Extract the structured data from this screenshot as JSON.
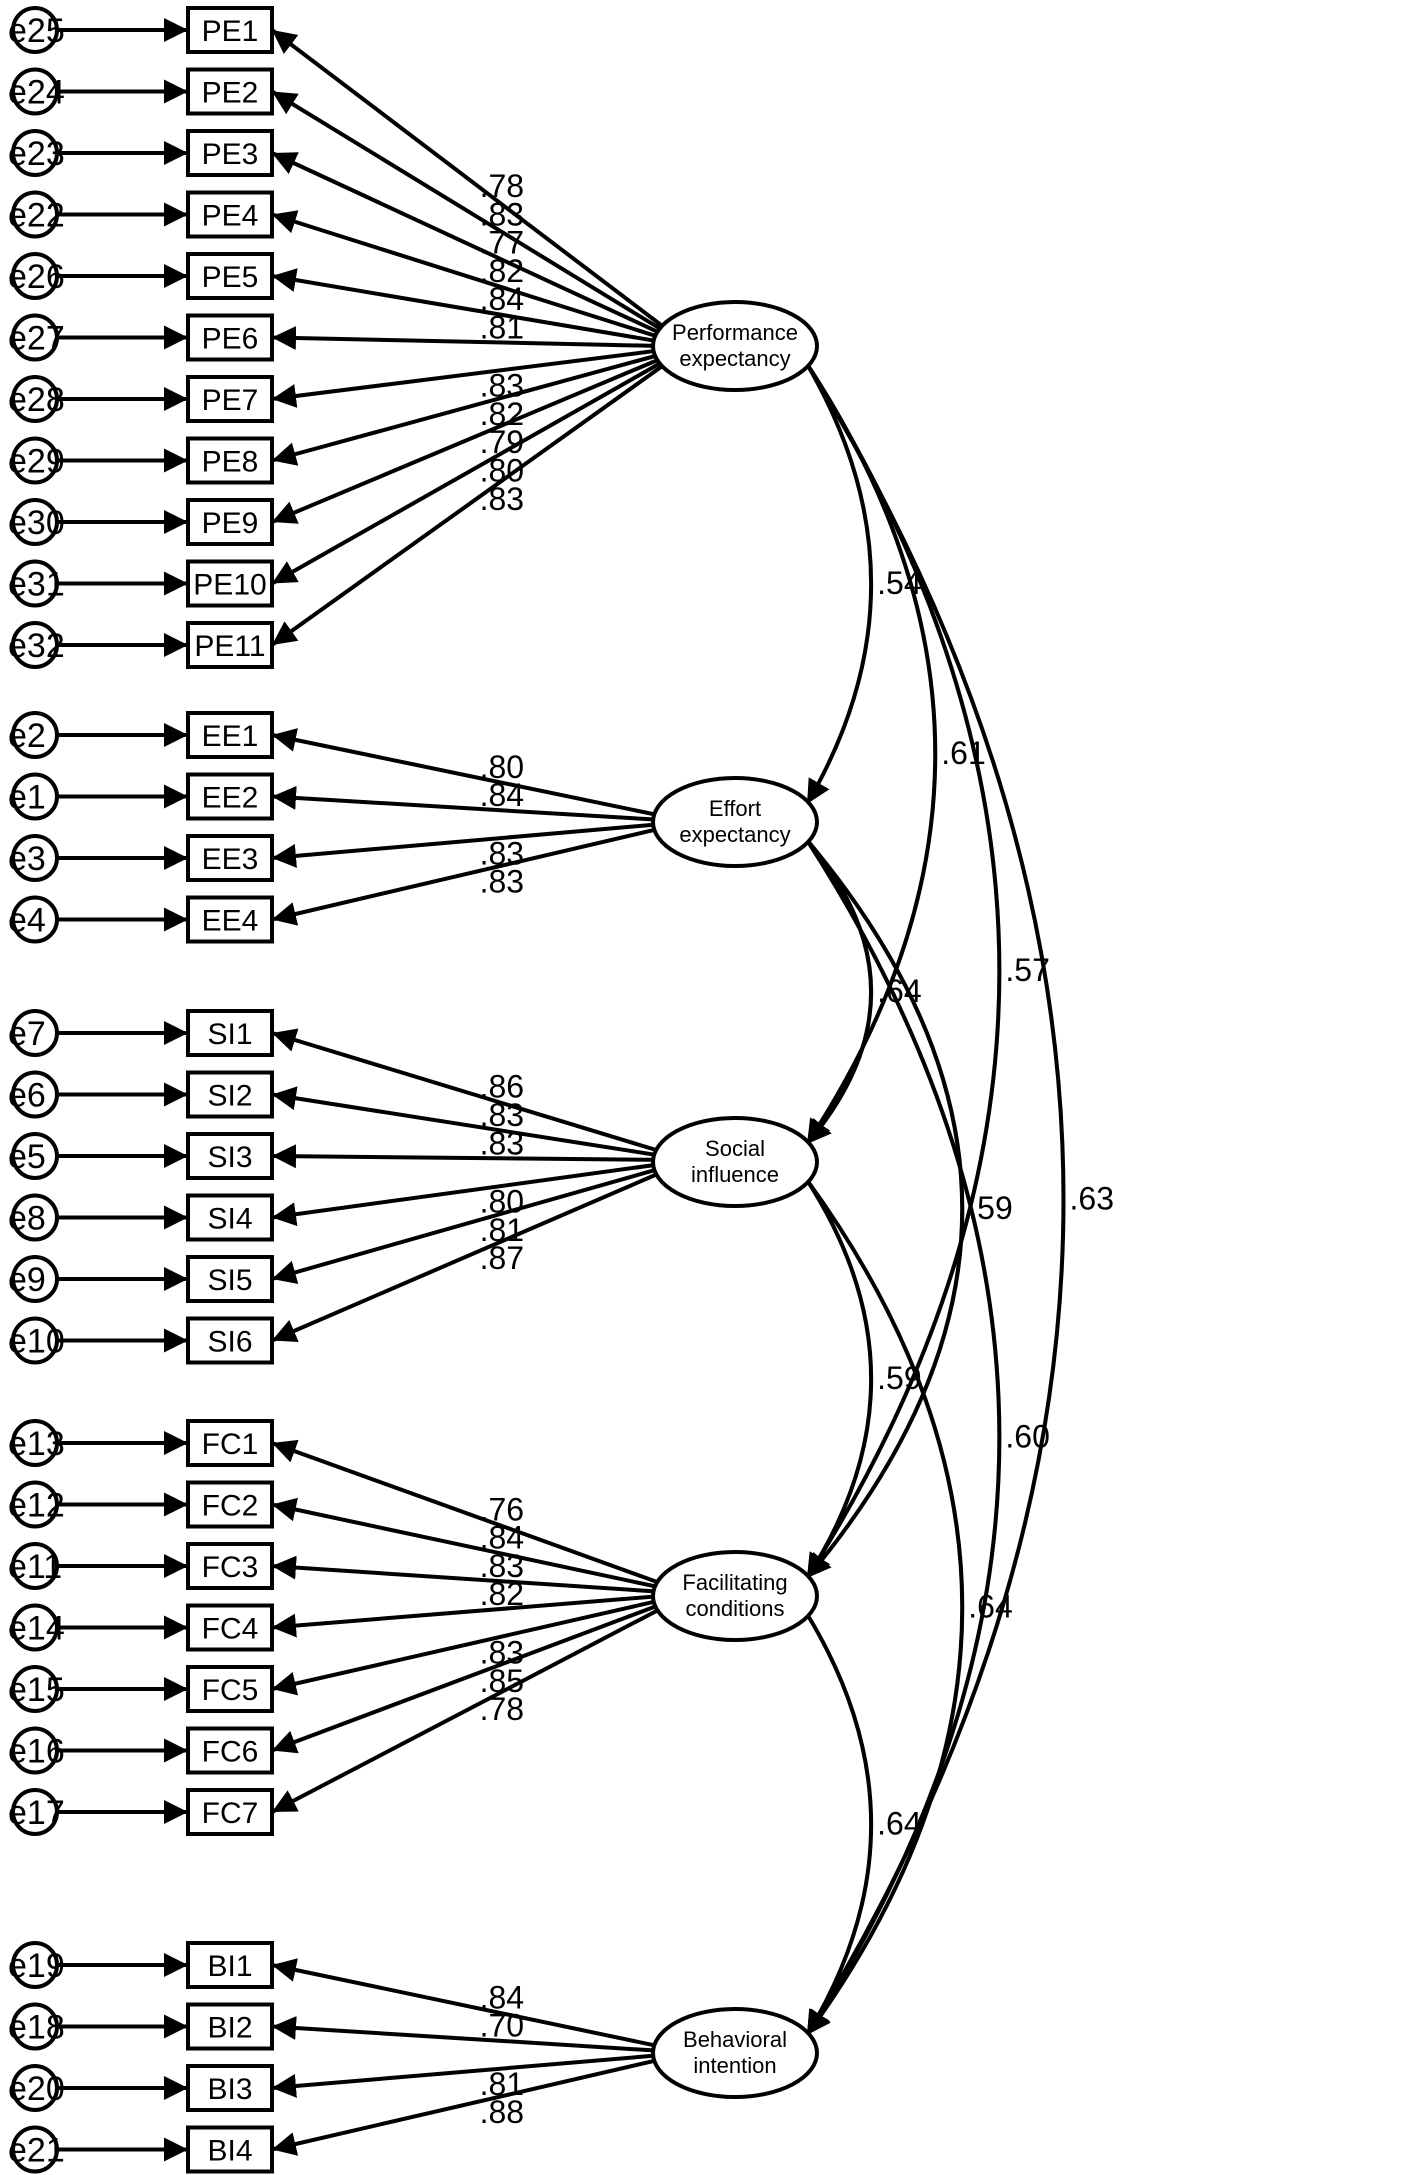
{
  "constructs": [
    {
      "id": "PE",
      "label_lines": [
        "Performance",
        "expectancy"
      ],
      "indicators": [
        {
          "label": "PE1",
          "error": "e25",
          "loading": ".78"
        },
        {
          "label": "PE2",
          "error": "e24",
          "loading": ".83"
        },
        {
          "label": "PE3",
          "error": "e23",
          "loading": ".77"
        },
        {
          "label": "PE4",
          "error": "e22",
          "loading": ".82"
        },
        {
          "label": "PE5",
          "error": "e26",
          "loading": ".84"
        },
        {
          "label": "PE6",
          "error": "e27",
          "loading": ".81"
        },
        {
          "label": "PE7",
          "error": "e28",
          "loading": ".83"
        },
        {
          "label": "PE8",
          "error": "e29",
          "loading": ".82"
        },
        {
          "label": "PE9",
          "error": "e30",
          "loading": ".79"
        },
        {
          "label": "PE10",
          "error": "e31",
          "loading": ".80"
        },
        {
          "label": "PE11",
          "error": "e32",
          "loading": ".83"
        }
      ]
    },
    {
      "id": "EE",
      "label_lines": [
        "Effort",
        "expectancy"
      ],
      "indicators": [
        {
          "label": "EE1",
          "error": "e2",
          "loading": ".80"
        },
        {
          "label": "EE2",
          "error": "e1",
          "loading": ".84"
        },
        {
          "label": "EE3",
          "error": "e3",
          "loading": ".83"
        },
        {
          "label": "EE4",
          "error": "e4",
          "loading": ".83"
        }
      ]
    },
    {
      "id": "SI",
      "label_lines": [
        "Social",
        "influence"
      ],
      "indicators": [
        {
          "label": "SI1",
          "error": "e7",
          "loading": ".86"
        },
        {
          "label": "SI2",
          "error": "e6",
          "loading": ".83"
        },
        {
          "label": "SI3",
          "error": "e5",
          "loading": ".83"
        },
        {
          "label": "SI4",
          "error": "e8",
          "loading": ".80"
        },
        {
          "label": "SI5",
          "error": "e9",
          "loading": ".81"
        },
        {
          "label": "SI6",
          "error": "e10",
          "loading": ".87"
        }
      ]
    },
    {
      "id": "FC",
      "label_lines": [
        "Facilitating",
        "conditions"
      ],
      "indicators": [
        {
          "label": "FC1",
          "error": "e13",
          "loading": ".76"
        },
        {
          "label": "FC2",
          "error": "e12",
          "loading": ".84"
        },
        {
          "label": "FC3",
          "error": "e11",
          "loading": ".83"
        },
        {
          "label": "FC4",
          "error": "e14",
          "loading": ".82"
        },
        {
          "label": "FC5",
          "error": "e15",
          "loading": ".83"
        },
        {
          "label": "FC6",
          "error": "e16",
          "loading": ".85"
        },
        {
          "label": "FC7",
          "error": "e17",
          "loading": ".78"
        }
      ]
    },
    {
      "id": "BI",
      "label_lines": [
        "Behavioral",
        "intention"
      ],
      "indicators": [
        {
          "label": "BI1",
          "error": "e19",
          "loading": ".84"
        },
        {
          "label": "BI2",
          "error": "e18",
          "loading": ".70"
        },
        {
          "label": "BI3",
          "error": "e20",
          "loading": ".81"
        },
        {
          "label": "BI4",
          "error": "e21",
          "loading": ".88"
        }
      ]
    }
  ],
  "covariances": [
    {
      "from": "PE",
      "to": "EE",
      "value": ".54"
    },
    {
      "from": "PE",
      "to": "SI",
      "value": ".61"
    },
    {
      "from": "PE",
      "to": "FC",
      "value": ".57"
    },
    {
      "from": "PE",
      "to": "BI",
      "value": ".63"
    },
    {
      "from": "EE",
      "to": "SI",
      "value": ".64"
    },
    {
      "from": "EE",
      "to": "FC",
      "value": ".59"
    },
    {
      "from": "EE",
      "to": "BI",
      "value": ".60"
    },
    {
      "from": "SI",
      "to": "FC",
      "value": ".59"
    },
    {
      "from": "SI",
      "to": "BI",
      "value": ".64"
    },
    {
      "from": "FC",
      "to": "BI",
      "value": ".64"
    }
  ]
}
